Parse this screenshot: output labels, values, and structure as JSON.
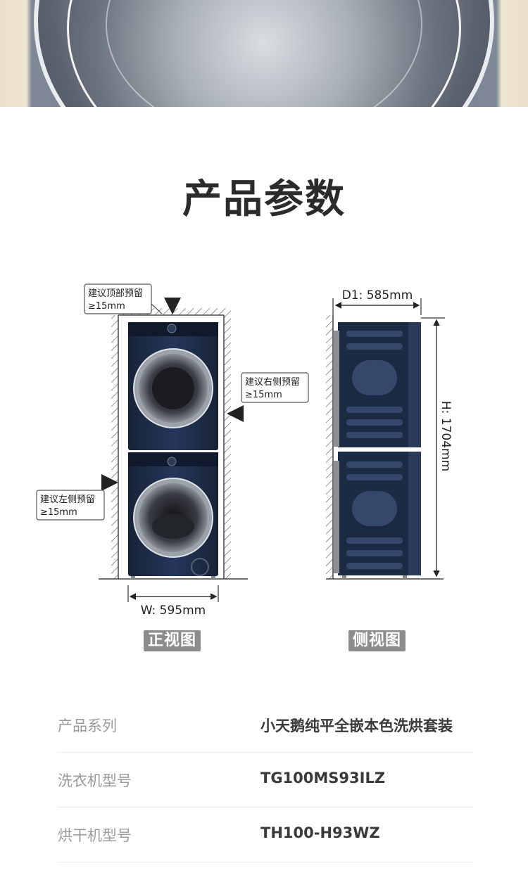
{
  "section_title": "产品参数",
  "front_view": {
    "tag": "正视图",
    "width_label": "W: 595mm",
    "notes": {
      "top": {
        "line1": "建议顶部预留",
        "line2": "≥15mm"
      },
      "right": {
        "line1": "建议右侧预留",
        "line2": "≥15mm"
      },
      "left": {
        "line1": "建议左侧预留",
        "line2": "≥15mm"
      }
    }
  },
  "side_view": {
    "tag": "侧视图",
    "depth_label": "D1: 585mm",
    "height_label": "H: 1704mm"
  },
  "params": [
    {
      "key": "产品系列",
      "value": "小天鹅纯平全嵌本色洗烘套装"
    },
    {
      "key": "洗衣机型号",
      "value": "TG100MS93ILZ"
    },
    {
      "key": "烘干机型号",
      "value": "TH100-H93WZ"
    }
  ],
  "colors": {
    "appliance_body": "#1f2d47",
    "appliance_dark": "#16213a",
    "tag_bg": "#8c8c8c",
    "title": "#2b2b2b"
  }
}
